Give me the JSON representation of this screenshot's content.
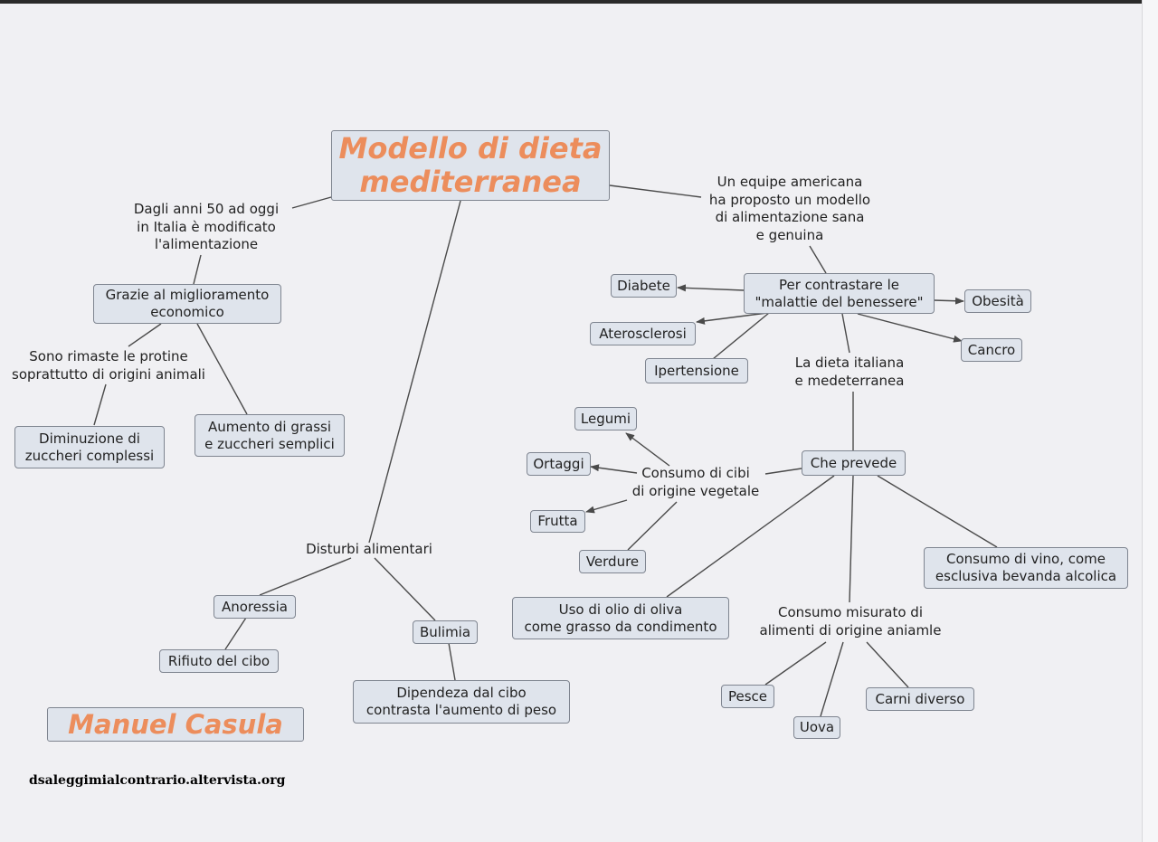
{
  "title": "Modello di dieta\nmediterranea",
  "author": "Manuel Casula",
  "website": "dsaleggimialcontrario.altervista.org",
  "colors": {
    "accent": "#ec8d5c",
    "node_fill": "#dfe4ec",
    "node_border": "#7f8590",
    "line": "#4a4a4a"
  },
  "nodes": {
    "dagli_anni": "Dagli anni 50 ad oggi\nin Italia è modificato\nl'alimentazione",
    "grazie": "Grazie al miglioramento\neconomico",
    "sono_rimaste": "Sono rimaste le protine\nsoprattutto di origini animali",
    "diminuzione": "Diminuzione di\nzuccheri complessi",
    "aumento": "Aumento di grassi\ne zuccheri semplici",
    "disturbi": "Disturbi alimentari",
    "anoressia": "Anoressia",
    "rifiuto": "Rifiuto del cibo",
    "bulimia": "Bulimia",
    "dipendenza": "Dipendeza dal cibo\ncontrasta l'aumento di peso",
    "equipe": "Un equipe americana\nha proposto un modello\ndi alimentazione sana\ne genuina",
    "per_contrastare": "Per contrastare le\n\"malattie del benessere\"",
    "diabete": "Diabete",
    "obesita": "Obesità",
    "aterosclerosi": "Aterosclerosi",
    "cancro": "Cancro",
    "ipertensione": "Ipertensione",
    "dieta_italiana": "La dieta italiana\ne medeterranea",
    "che_prevede": "Che prevede",
    "consumo_cibi": "Consumo di cibi\ndi origine vegetale",
    "legumi": "Legumi",
    "ortaggi": "Ortaggi",
    "frutta": "Frutta",
    "verdure": "Verdure",
    "olio": "Uso di olio di oliva\ncome grasso da condimento",
    "vino": "Consumo di vino, come\nesclusiva bevanda alcolica",
    "consumo_misurato": "Consumo misurato di\nalimenti di origine aniamle",
    "pesce": "Pesce",
    "uova": "Uova",
    "carni": "Carni diverso"
  }
}
